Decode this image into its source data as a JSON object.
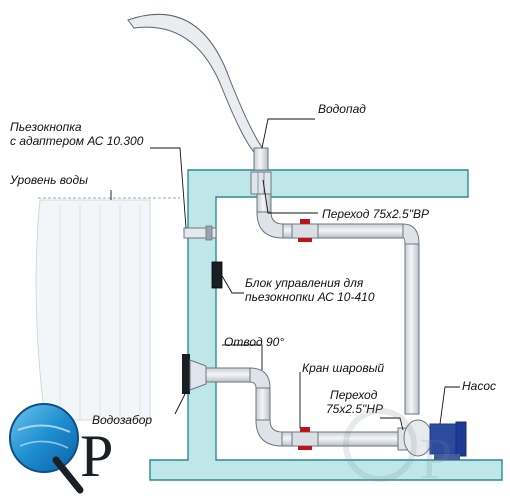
{
  "labels": {
    "waterfall": "Водопад",
    "piezo_line1": "Пьезокнопка",
    "piezo_line2": "с адаптером АС 10.300",
    "water_level": "Уровень воды",
    "transition_top": "Переход 75x2.5\"ВР",
    "control_line1": "Блок управления для",
    "control_line2": "пьезокнопки АС 10-410",
    "elbow": "Отвод 90°",
    "ball_valve": "Кран шаровый",
    "transition_bottom_line1": "Переход",
    "transition_bottom_line2": "75x2.5\"НР",
    "pump": "Насос",
    "intake": "Водозабор"
  },
  "logo": {
    "text": "QP"
  },
  "colors": {
    "wall_fill": "#bfe7ea",
    "wall_stroke": "#2a8c96",
    "pipe_fill": "#e6eaee",
    "pipe_stroke": "#6b7680",
    "valve_red": "#c1121f",
    "pump_blue": "#1f3a93",
    "logo_blue": "#2f86c8"
  }
}
